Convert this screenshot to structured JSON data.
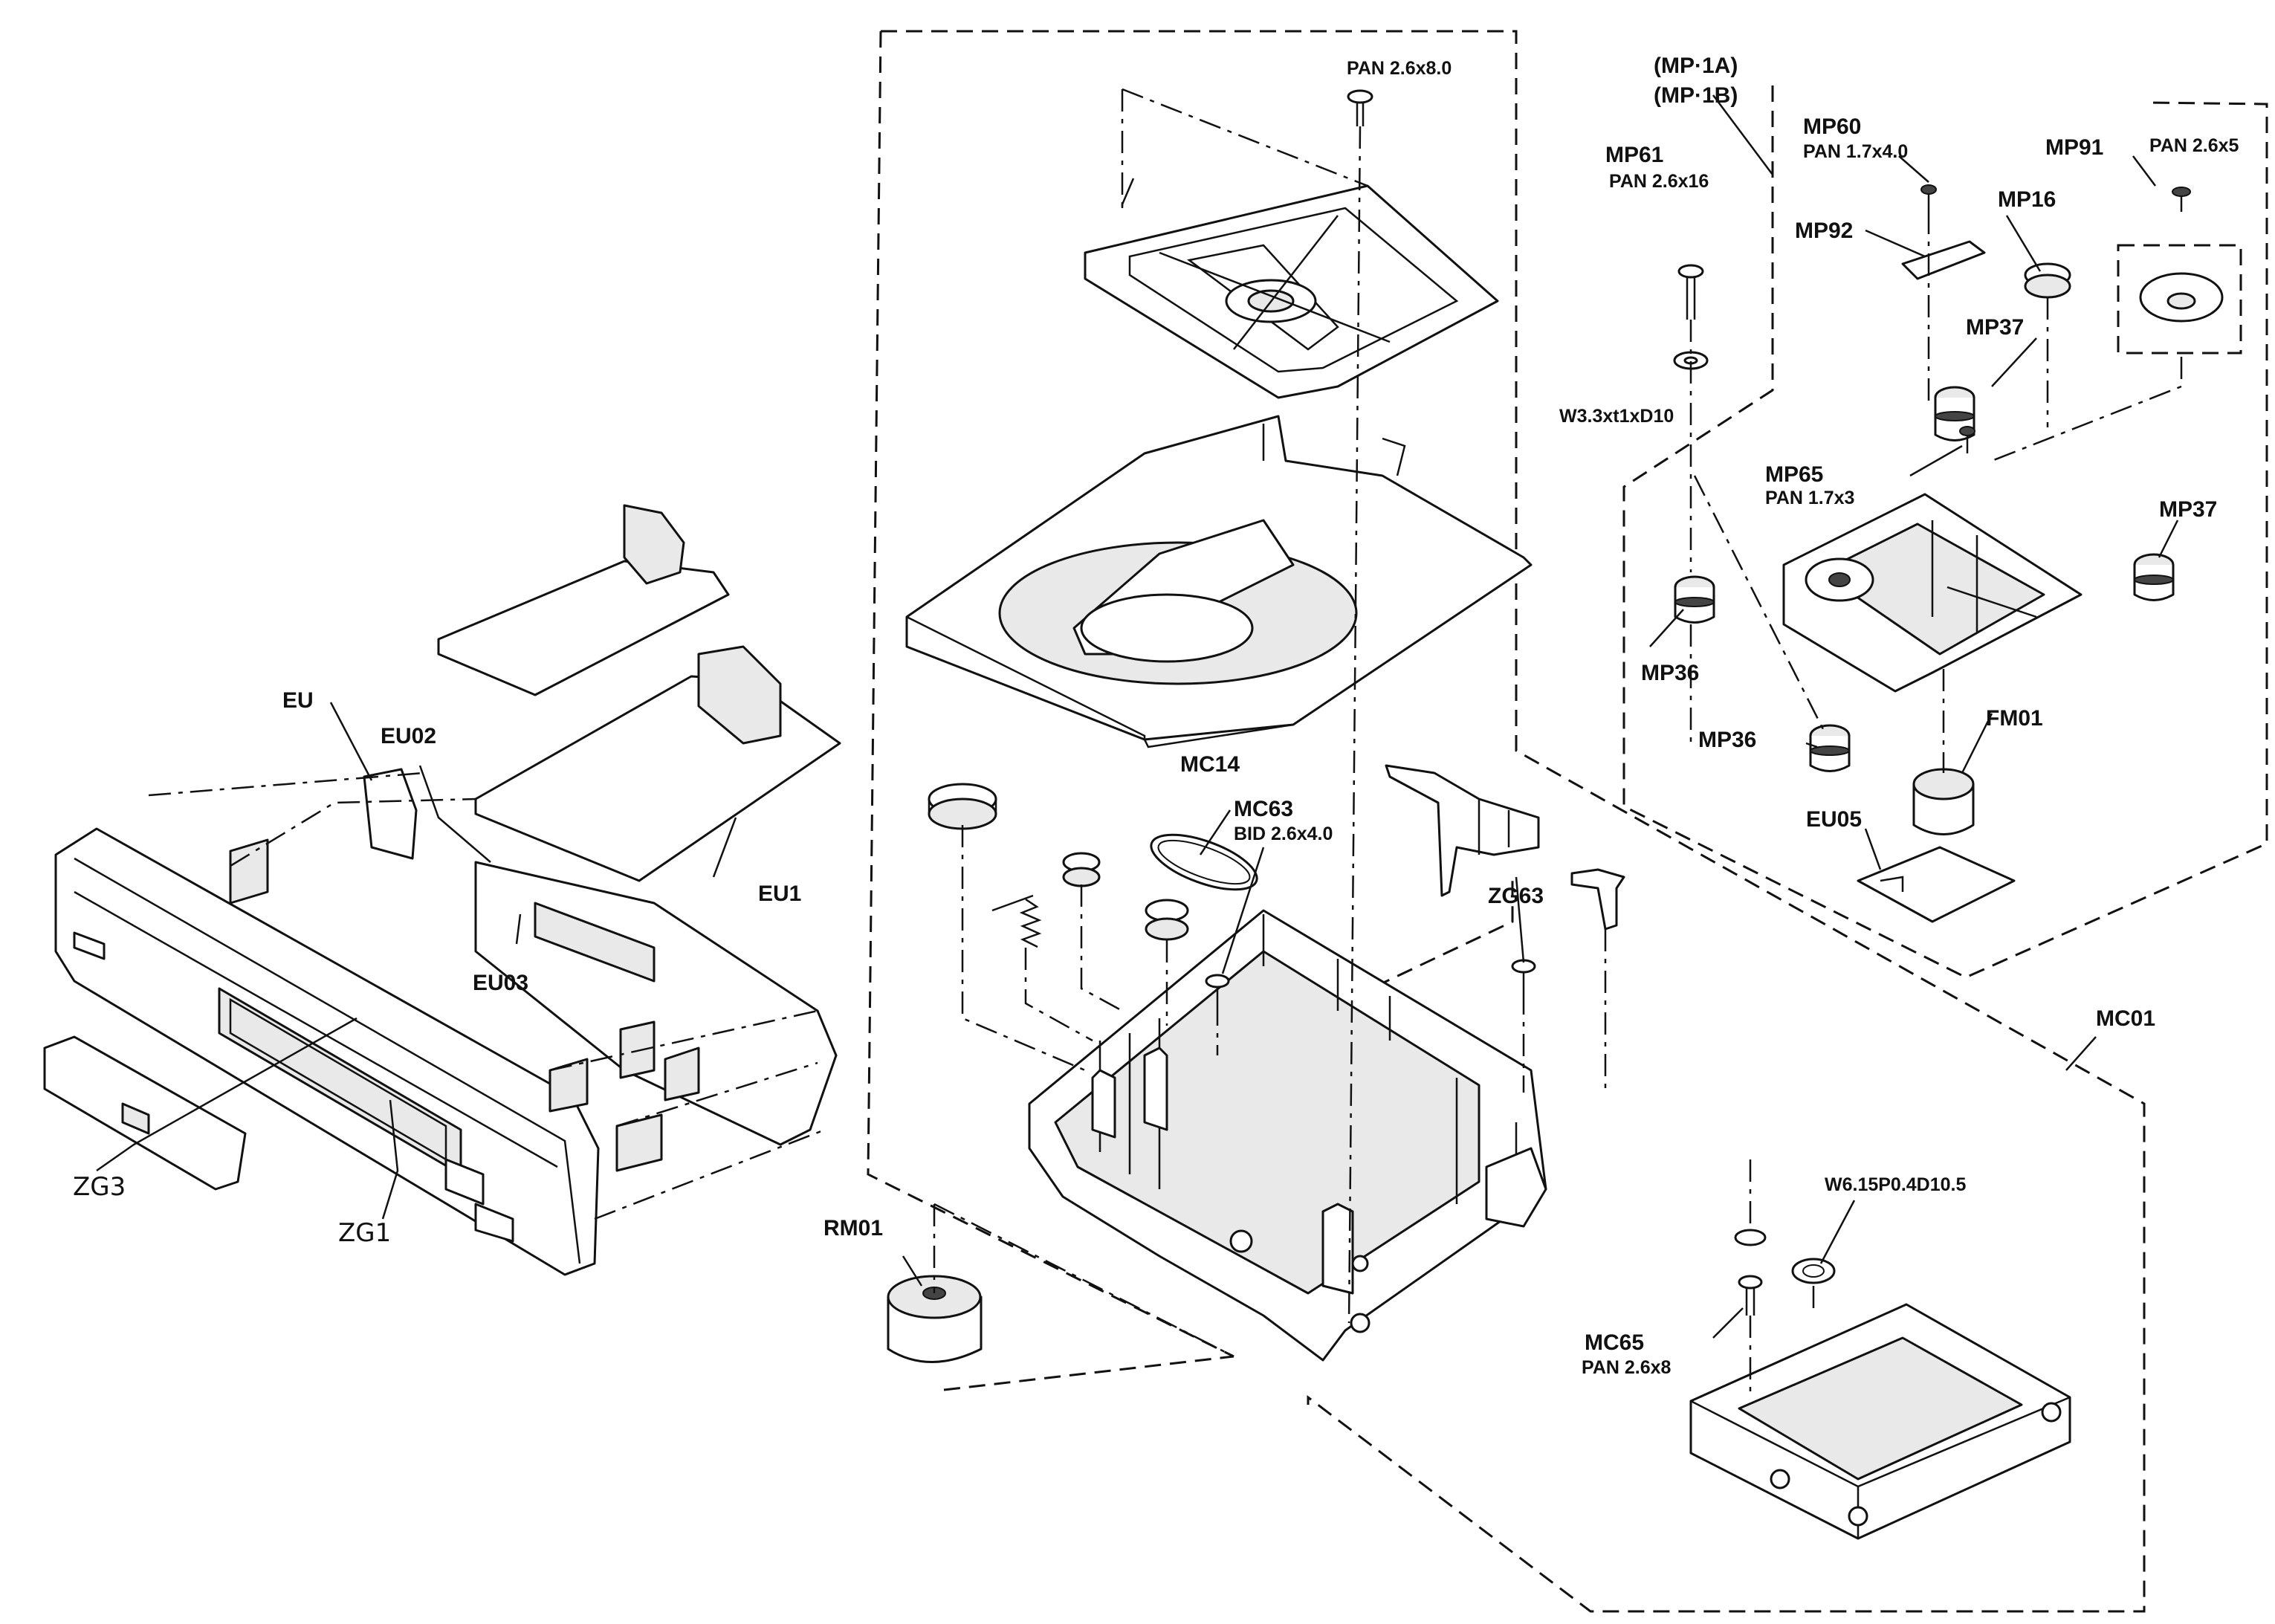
{
  "diagram": {
    "labels": {
      "pan_top": "PAN 2.6x8.0",
      "mp01a": "(MP·1A)",
      "mp01b": "(MP·1B)",
      "mp60": "MP60",
      "mp60_screw": "PAN 1.7x4.0",
      "mp91": "MP91",
      "pan_mp91": "PAN 2.6x5",
      "mp61": "MP61",
      "mp61_screw": "PAN 2.6x16",
      "mp92": "MP92",
      "mp16": "MP16",
      "mp37_a": "MP37",
      "w33": "W3.3xt1xD10",
      "mp65": "MP65",
      "mp65_screw": "PAN 1.7x3",
      "mp37_b": "MP37",
      "mp36_a": "MP36",
      "mp36_b": "MP36",
      "fm01": "FM01",
      "eu05": "EU05",
      "eu_partial": "EU",
      "eu02": "EU02",
      "eu1": "EU1",
      "eu03": "EU03",
      "zg3": "ZG3",
      "zg1": "ZG1",
      "mc14": "MC14",
      "mc63": "MC63",
      "mc63_screw": "BID 2.6x4.0",
      "zg63": "ZG63",
      "mc01": "MC01",
      "rm01": "RM01",
      "w615": "W6.15P0.4D10.5",
      "mc65": "MC65",
      "mc65_screw": "PAN 2.6x8"
    }
  }
}
